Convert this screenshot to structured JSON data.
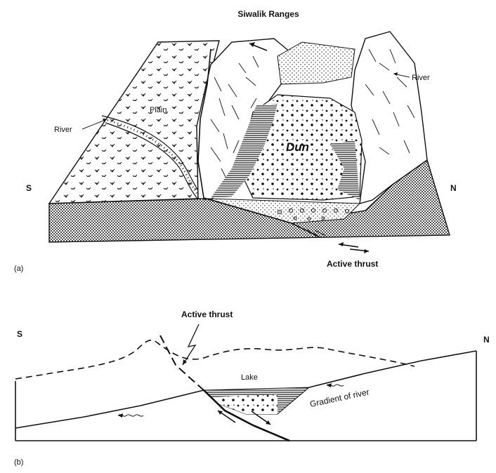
{
  "panel_a": {
    "title": "Siwalik Ranges",
    "labels": {
      "plain": "Plain",
      "river_left": "River",
      "river_right": "River",
      "dun": "Dun",
      "south": "S",
      "north": "N",
      "active_thrust": "Active thrust"
    },
    "panel_label": "(a)"
  },
  "panel_b": {
    "labels": {
      "active_thrust": "Active thrust",
      "south": "S",
      "north": "N",
      "lake": "Lake",
      "gradient": "Gradient of river"
    },
    "panel_label": "(b)"
  }
}
